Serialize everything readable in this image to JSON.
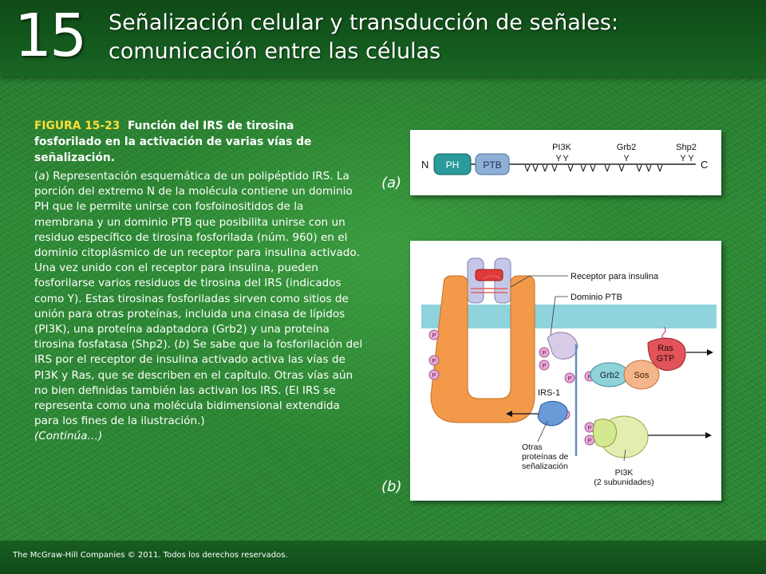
{
  "header": {
    "chapter_number": "15",
    "title_line1": "Señalización celular y transducción de señales:",
    "title_line2": "comunicación entre las células"
  },
  "figure": {
    "label": "FIGURA 15-23",
    "heading": "Función del IRS de tirosina fosforilado en la activación de varias vías de señalización.",
    "body_a_marker": "a",
    "body_p1": ") Representación esquemática de un polipéptido IRS. La porción del extremo N de la molécula contiene un dominio PH que le permite unirse con fosfoinositidos de la membrana y un dominio PTB que posibilita unirse con un residuo específico de tirosina fosforilada (núm. 960) en el dominio citoplásmico de un receptor para insulina activado. Una vez unido con el receptor para insulina, pueden fosforilarse varios residuos de tirosina del IRS (indicados como Y). Estas tirosinas fosforiladas sirven como sitios de unión para otras proteínas, incluida una cinasa de lípidos (PI3K), una proteína adaptadora (Grb2) y una proteína tirosina fosfatasa (Shp2). (",
    "body_b_marker": "b",
    "body_p2": ") Se sabe que la fosforilación del IRS por el receptor de insulina activado activa las vías de PI3K y Ras, que se describen en el capítulo. Otras vías aún no bien definidas también las activan los IRS. (El IRS se representa como una molécula bidimensional extendida para los fines de la ilustración.)",
    "continued": "(Continúa…)"
  },
  "panel_a": {
    "label": "(a)",
    "n_term": "N",
    "c_term": "C",
    "ph": "PH",
    "ptb": "PTB",
    "site_pi3k": "PI3K",
    "site_grb2": "Grb2",
    "site_shp2": "Shp2",
    "tyrosine_symbol": "Y"
  },
  "panel_b": {
    "label": "(b)",
    "receptor_label": "Receptor para insulina",
    "ptb_label": "Dominio PTB",
    "irs_label": "IRS-1",
    "grb2": "Grb2",
    "sos": "Sos",
    "ras_line1": "Ras",
    "ras_line2": "GTP",
    "phospho": "P",
    "other_line1": "Otras",
    "other_line2": "proteínas de",
    "other_line3": "señalización",
    "pi3k_line1": "PI3K",
    "pi3k_line2": "(2 subunidades)"
  },
  "footer": {
    "copyright": "The McGraw-Hill Companies © 2011. Todos los derechos reservados."
  },
  "colors": {
    "background_green": "#2c8a35",
    "header_green": "#145a1e",
    "figure_label_yellow": "#ffde3a",
    "receptor_orange": "#f39a4a",
    "membrane_blue": "#8fd3dd",
    "ph_teal": "#2a9a9a",
    "ptb_blue": "#8fb0d6"
  }
}
